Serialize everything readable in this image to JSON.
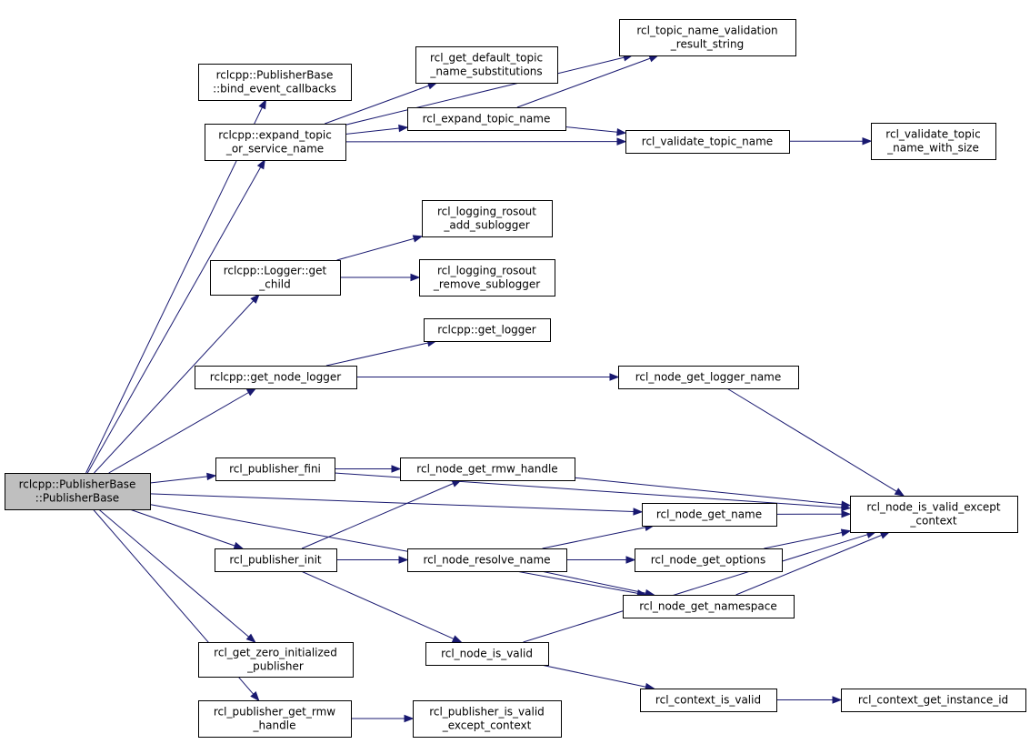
{
  "graph": {
    "colors": {
      "edge": "#191970",
      "root_fill": "#bfbfbf",
      "node_fill": "#ffffff",
      "border": "#000000"
    },
    "nodes": {
      "root": {
        "lines": [
          "rclcpp::PublisherBase",
          "::PublisherBase"
        ]
      },
      "bind_event_callbacks": {
        "lines": [
          "rclcpp::PublisherBase",
          "::bind_event_callbacks"
        ]
      },
      "expand_topic_or_service_name": {
        "lines": [
          "rclcpp::expand_topic",
          "_or_service_name"
        ]
      },
      "logger_get_child": {
        "lines": [
          "rclcpp::Logger::get",
          "_child"
        ]
      },
      "get_node_logger": {
        "lines": [
          "rclcpp::get_node_logger"
        ]
      },
      "rcl_publisher_fini": {
        "lines": [
          "rcl_publisher_fini"
        ]
      },
      "rcl_publisher_init": {
        "lines": [
          "rcl_publisher_init"
        ]
      },
      "rcl_get_zero_initialized_publisher": {
        "lines": [
          "rcl_get_zero_initialized",
          "_publisher"
        ]
      },
      "rcl_publisher_get_rmw_handle": {
        "lines": [
          "rcl_publisher_get_rmw",
          "_handle"
        ]
      },
      "rcl_get_default_topic_name_substitutions": {
        "lines": [
          "rcl_get_default_topic",
          "_name_substitutions"
        ]
      },
      "rcl_expand_topic_name": {
        "lines": [
          "rcl_expand_topic_name"
        ]
      },
      "rcl_topic_name_validation_result_string": {
        "lines": [
          "rcl_topic_name_validation",
          "_result_string"
        ]
      },
      "rcl_validate_topic_name": {
        "lines": [
          "rcl_validate_topic_name"
        ]
      },
      "rcl_validate_topic_name_with_size": {
        "lines": [
          "rcl_validate_topic",
          "_name_with_size"
        ]
      },
      "rcl_logging_rosout_add_sublogger": {
        "lines": [
          "rcl_logging_rosout",
          "_add_sublogger"
        ]
      },
      "rcl_logging_rosout_remove_sublogger": {
        "lines": [
          "rcl_logging_rosout",
          "_remove_sublogger"
        ]
      },
      "rclcpp_get_logger": {
        "lines": [
          "rclcpp::get_logger"
        ]
      },
      "rcl_node_get_logger_name": {
        "lines": [
          "rcl_node_get_logger_name"
        ]
      },
      "rcl_node_get_rmw_handle": {
        "lines": [
          "rcl_node_get_rmw_handle"
        ]
      },
      "rcl_node_is_valid_except_context": {
        "lines": [
          "rcl_node_is_valid_except",
          "_context"
        ]
      },
      "rcl_node_get_name": {
        "lines": [
          "rcl_node_get_name"
        ]
      },
      "rcl_node_resolve_name": {
        "lines": [
          "rcl_node_resolve_name"
        ]
      },
      "rcl_node_get_options": {
        "lines": [
          "rcl_node_get_options"
        ]
      },
      "rcl_node_get_namespace": {
        "lines": [
          "rcl_node_get_namespace"
        ]
      },
      "rcl_node_is_valid": {
        "lines": [
          "rcl_node_is_valid"
        ]
      },
      "rcl_context_is_valid": {
        "lines": [
          "rcl_context_is_valid"
        ]
      },
      "rcl_context_get_instance_id": {
        "lines": [
          "rcl_context_get_instance_id"
        ]
      },
      "rcl_publisher_is_valid_except_context": {
        "lines": [
          "rcl_publisher_is_valid",
          "_except_context"
        ]
      }
    },
    "edges": [
      [
        "root",
        "bind_event_callbacks"
      ],
      [
        "root",
        "expand_topic_or_service_name"
      ],
      [
        "root",
        "logger_get_child"
      ],
      [
        "root",
        "get_node_logger"
      ],
      [
        "root",
        "rcl_publisher_fini"
      ],
      [
        "root",
        "rcl_node_get_name"
      ],
      [
        "root",
        "rcl_publisher_init"
      ],
      [
        "root",
        "rcl_node_get_namespace"
      ],
      [
        "root",
        "rcl_get_zero_initialized_publisher"
      ],
      [
        "root",
        "rcl_publisher_get_rmw_handle"
      ],
      [
        "expand_topic_or_service_name",
        "rcl_get_default_topic_name_substitutions"
      ],
      [
        "expand_topic_or_service_name",
        "rcl_expand_topic_name"
      ],
      [
        "expand_topic_or_service_name",
        "rcl_topic_name_validation_result_string"
      ],
      [
        "expand_topic_or_service_name",
        "rcl_validate_topic_name"
      ],
      [
        "rcl_expand_topic_name",
        "rcl_topic_name_validation_result_string"
      ],
      [
        "rcl_expand_topic_name",
        "rcl_validate_topic_name"
      ],
      [
        "rcl_validate_topic_name",
        "rcl_validate_topic_name_with_size"
      ],
      [
        "logger_get_child",
        "rcl_logging_rosout_add_sublogger"
      ],
      [
        "logger_get_child",
        "rcl_logging_rosout_remove_sublogger"
      ],
      [
        "get_node_logger",
        "rclcpp_get_logger"
      ],
      [
        "get_node_logger",
        "rcl_node_get_logger_name"
      ],
      [
        "rcl_node_get_logger_name",
        "rcl_node_is_valid_except_context"
      ],
      [
        "rcl_publisher_fini",
        "rcl_node_get_rmw_handle"
      ],
      [
        "rcl_publisher_fini",
        "rcl_node_is_valid_except_context"
      ],
      [
        "rcl_node_get_rmw_handle",
        "rcl_node_is_valid_except_context"
      ],
      [
        "rcl_node_get_name",
        "rcl_node_is_valid_except_context"
      ],
      [
        "rcl_publisher_init",
        "rcl_node_get_rmw_handle"
      ],
      [
        "rcl_publisher_init",
        "rcl_node_resolve_name"
      ],
      [
        "rcl_publisher_init",
        "rcl_node_is_valid"
      ],
      [
        "rcl_node_resolve_name",
        "rcl_node_get_name"
      ],
      [
        "rcl_node_resolve_name",
        "rcl_node_get_options"
      ],
      [
        "rcl_node_resolve_name",
        "rcl_node_get_namespace"
      ],
      [
        "rcl_node_get_options",
        "rcl_node_is_valid_except_context"
      ],
      [
        "rcl_node_get_namespace",
        "rcl_node_is_valid_except_context"
      ],
      [
        "rcl_node_is_valid",
        "rcl_node_is_valid_except_context"
      ],
      [
        "rcl_node_is_valid",
        "rcl_context_is_valid"
      ],
      [
        "rcl_context_is_valid",
        "rcl_context_get_instance_id"
      ],
      [
        "rcl_publisher_get_rmw_handle",
        "rcl_publisher_is_valid_except_context"
      ]
    ]
  }
}
